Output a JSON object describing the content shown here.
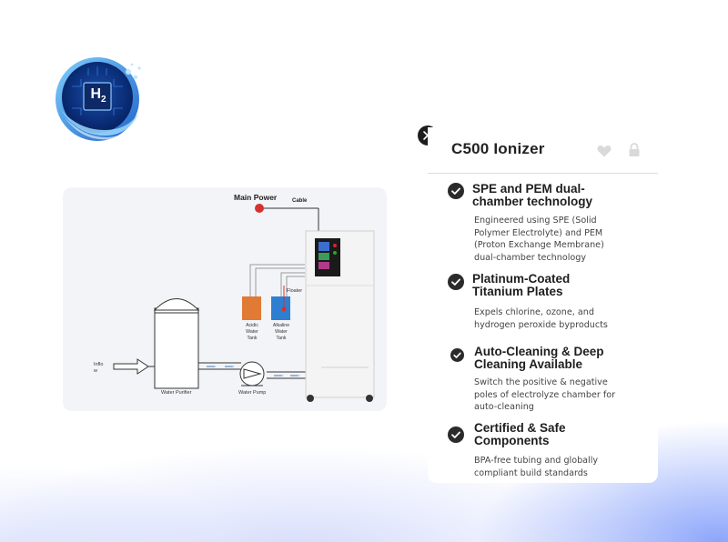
{
  "logo": {
    "text": "H2",
    "subscript": "2",
    "main": "H"
  },
  "diagram": {
    "main_power": "Main Power",
    "cable": "Cable",
    "floater": "Floater",
    "acidic_tank": [
      "Acidic",
      "Water",
      "Tank"
    ],
    "alkaline_tank": [
      "Alkaline",
      "Water",
      "Tank"
    ],
    "inflow": [
      "Inflo",
      "w"
    ],
    "water_purifier": "Water Purifier",
    "water_pump": "Water Pump"
  },
  "panel": {
    "title": "C500 Ionizer",
    "features": [
      {
        "title": [
          "SPE and PEM dual-",
          "chamber technology"
        ],
        "desc": [
          "Engineered using SPE (Solid",
          "Polymer Electrolyte) and PEM",
          "(Proton Exchange Membrane)",
          "dual-chamber technology"
        ]
      },
      {
        "title": [
          "Platinum-Coated",
          "Titanium Plates"
        ],
        "desc": [
          "Expels chlorine, ozone, and",
          "hydrogen peroxide byproducts"
        ]
      },
      {
        "title": [
          "Auto-Cleaning & Deep",
          "Cleaning Available"
        ],
        "desc": [
          "Switch the positive & negative",
          "poles of electrolyze chamber for",
          "auto-cleaning"
        ]
      },
      {
        "title": [
          "Certified & Safe",
          "Components"
        ],
        "desc": [
          "BPA-free tubing and globally",
          "compliant build standards"
        ]
      }
    ]
  },
  "colors": {
    "acidic_tank": "#e07a34",
    "alkaline_tank": "#2f7fd0",
    "power_dot": "#d63131",
    "logo_blue": "#1e63c8"
  }
}
